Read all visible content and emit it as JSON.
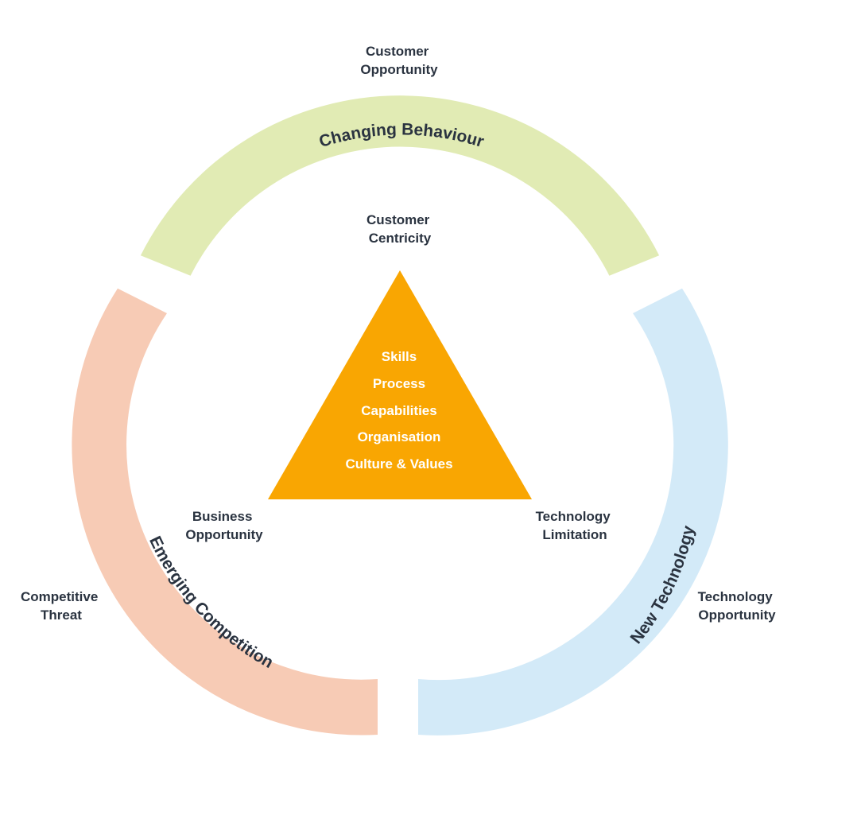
{
  "colors": {
    "changing_behaviour": "#e1ebb4",
    "emerging_competition": "#f7cbb5",
    "new_technology": "#d3eaf8",
    "triangle": "#f9a602",
    "text": "#2a3340",
    "triangle_text": "#ffffff"
  },
  "ring": {
    "changing_behaviour": "Changing Behaviour",
    "emerging_competition": "Emerging Competition",
    "new_technology": "New Technology"
  },
  "outer": {
    "customer_opportunity": [
      "Customer",
      "Opportunity"
    ],
    "competitive_threat": [
      "Competitive",
      "Threat"
    ],
    "technology_opportunity": [
      "Technology",
      "Opportunity"
    ]
  },
  "inner": {
    "customer_centricity": [
      "Customer",
      "Centricity"
    ],
    "business_opportunity": [
      "Business",
      "Opportunity"
    ],
    "technology_limitation": [
      "Technology",
      "Limitation"
    ]
  },
  "triangle": {
    "items": [
      "Skills",
      "Process",
      "Capabilities",
      "Organisation",
      "Culture & Values"
    ]
  }
}
